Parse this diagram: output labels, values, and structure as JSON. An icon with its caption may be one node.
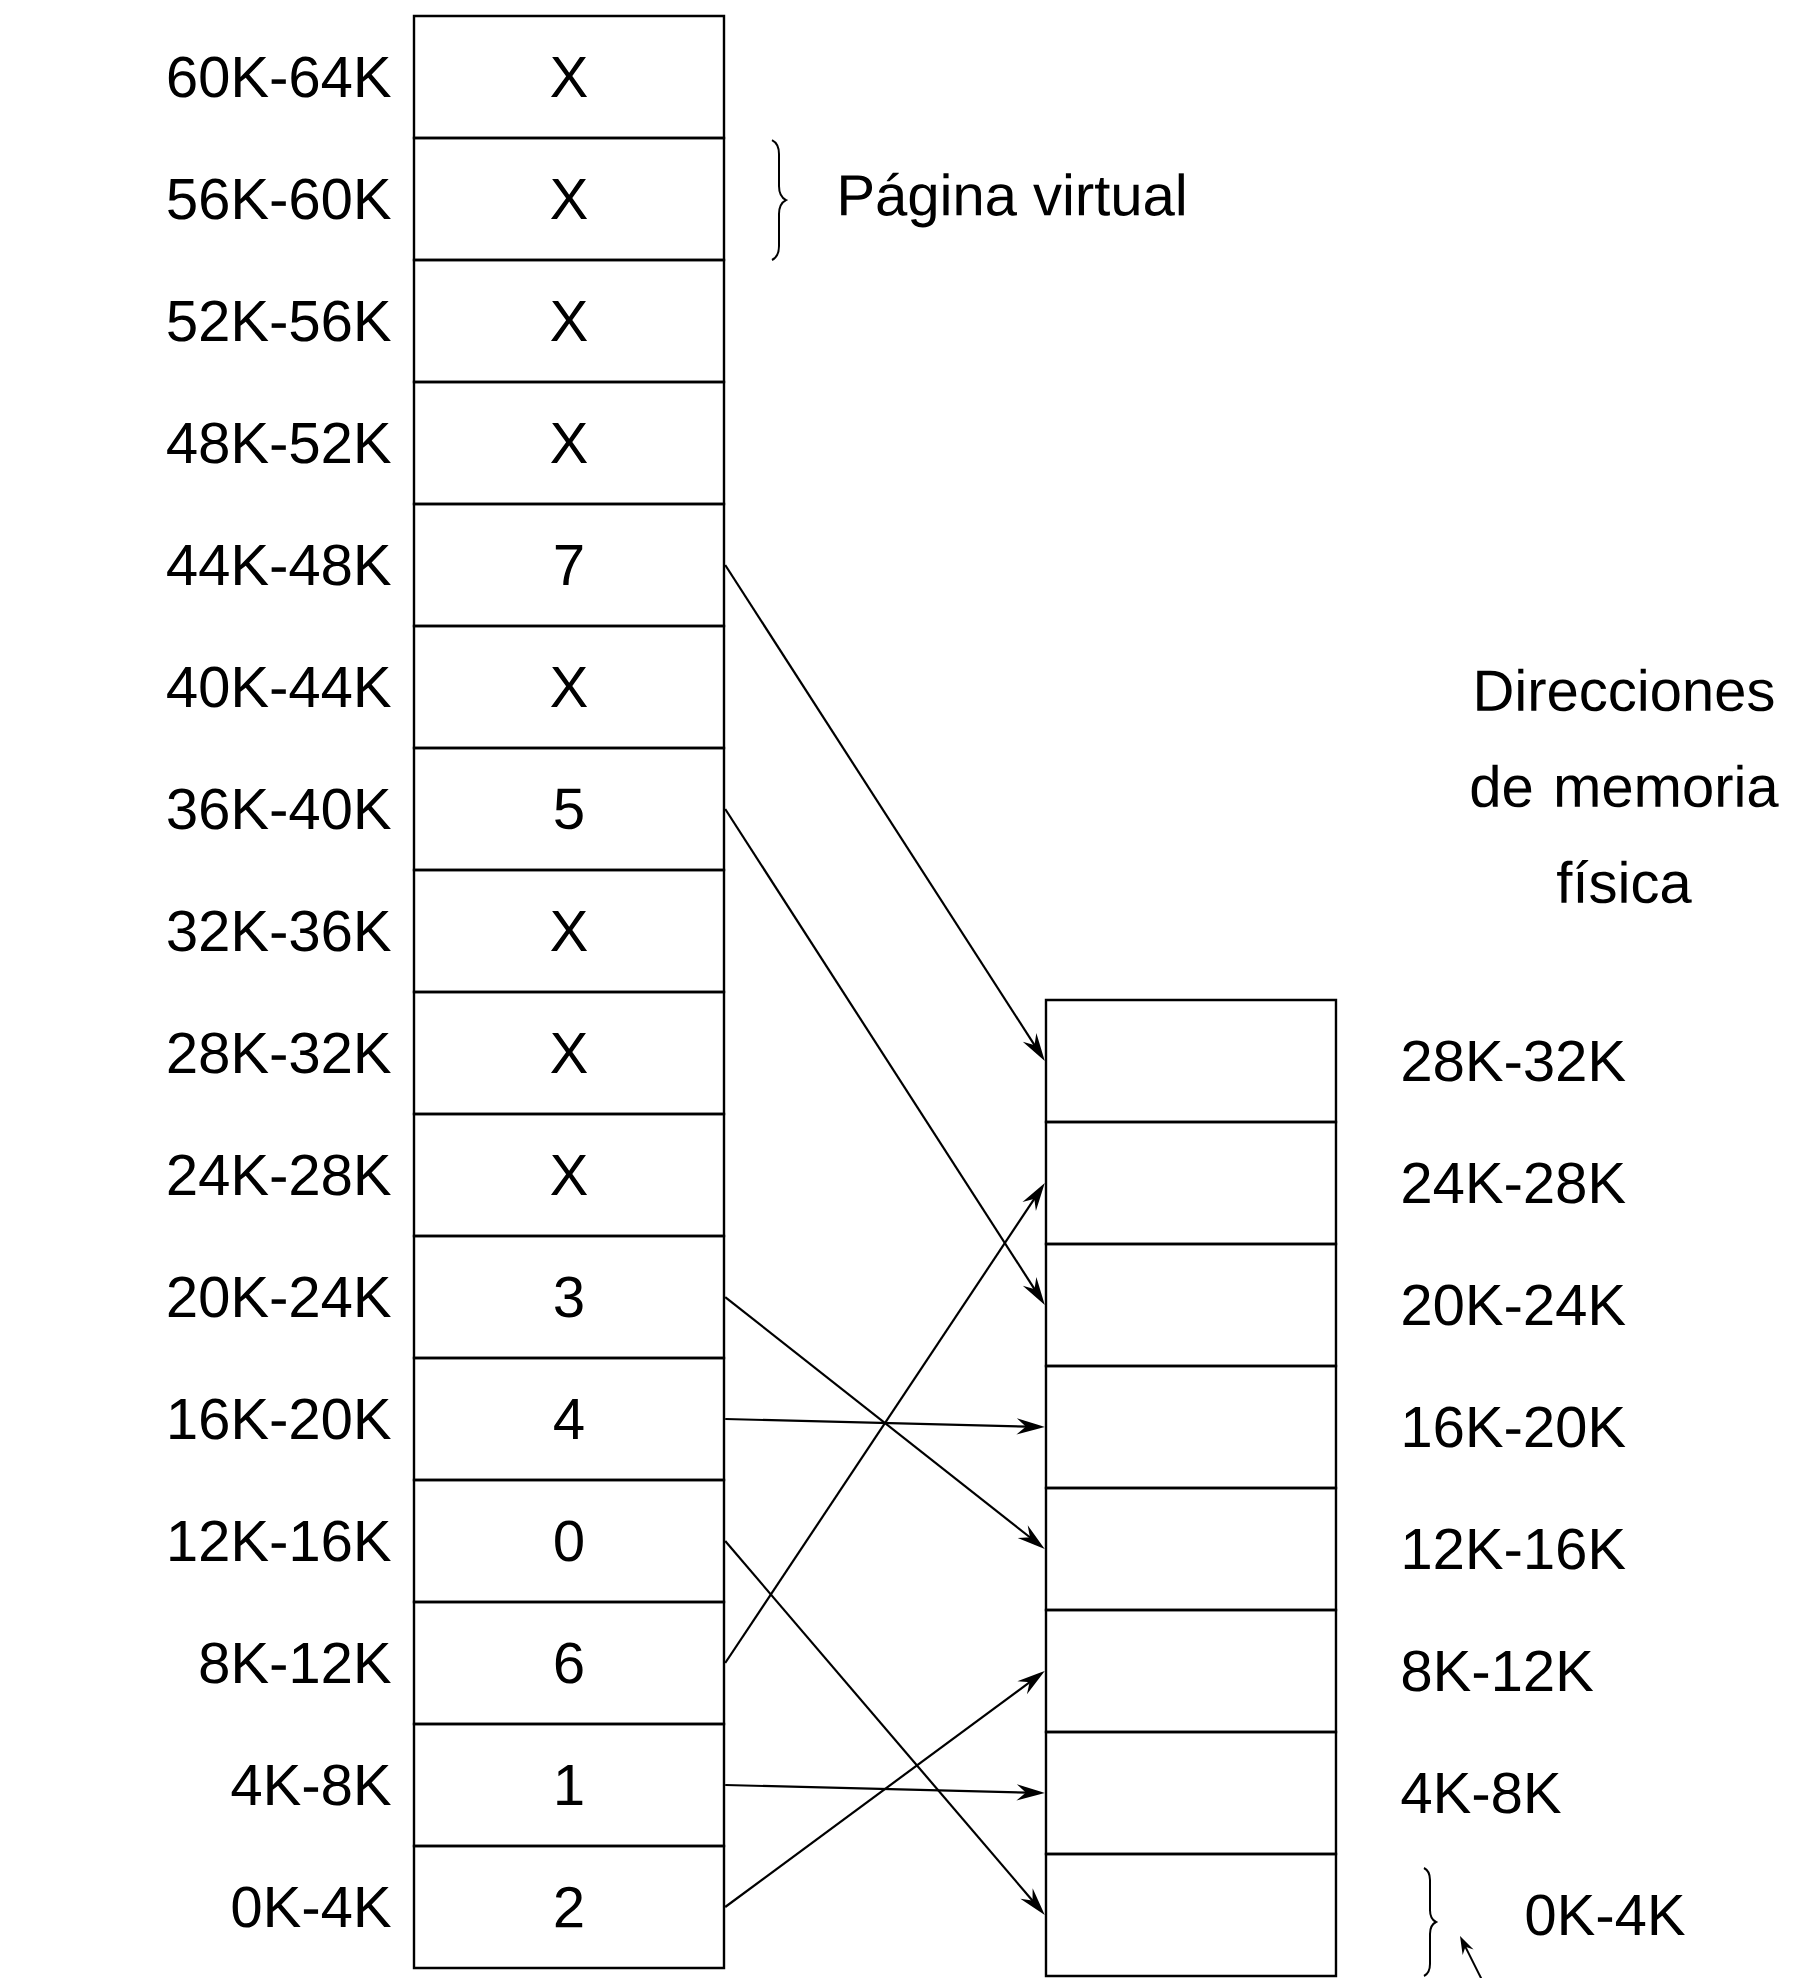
{
  "diagram": {
    "nodes": [
      {
        "text": [
          "X"
        ],
        "beside": [
          "60K-64K"
        ]
      },
      {
        "text": [
          "X"
        ],
        "beside": [
          "56K-60K"
        ]
      },
      {
        "text": [
          "X"
        ],
        "beside": [
          "52K-56K"
        ]
      },
      {
        "text": [
          "X"
        ],
        "beside": [
          "48K-52K"
        ]
      },
      {
        "text": [
          "7"
        ],
        "beside": [
          "44K-48K"
        ]
      },
      {
        "text": [
          "X"
        ],
        "beside": [
          "40K-44K"
        ]
      },
      {
        "text": [
          "5"
        ],
        "beside": [
          "36K-40K"
        ]
      },
      {
        "text": [
          "X"
        ],
        "beside": [
          "32K-36K"
        ]
      },
      {
        "text": [
          "X"
        ],
        "beside": [
          "28K-32K"
        ]
      },
      {
        "text": [
          "X"
        ],
        "beside": [
          "24K-28K"
        ]
      },
      {
        "text": [
          "3"
        ],
        "beside": [
          "20K-24K"
        ]
      },
      {
        "text": [
          "4"
        ],
        "beside": [
          "16K-20K"
        ]
      },
      {
        "text": [
          "0"
        ],
        "beside": [
          "12K-16K"
        ]
      },
      {
        "text": [
          "6"
        ],
        "beside": [
          "8K-12K"
        ]
      },
      {
        "text": [
          "1"
        ],
        "beside": [
          "4K-8K"
        ]
      },
      {
        "text": [
          "2"
        ],
        "beside": [
          "0K-4K"
        ]
      },
      {
        "text": [],
        "shape": "box",
        "beside": [
          "28K-32K"
        ]
      },
      {
        "text": [],
        "shape": "box",
        "beside": [
          "24K-28K"
        ]
      },
      {
        "text": [],
        "shape": "box",
        "beside": [
          "20K-24K"
        ]
      },
      {
        "text": [],
        "shape": "box",
        "beside": [
          "16K-20K"
        ]
      },
      {
        "text": [],
        "shape": "box",
        "beside": [
          "12K-16K"
        ]
      },
      {
        "text": [],
        "shape": "box",
        "beside": [
          "8K-12K"
        ]
      },
      {
        "text": [],
        "shape": "box",
        "beside": [
          "4K-8K"
        ]
      },
      {
        "text": [],
        "shape": "box",
        "beside": [
          "0K-4K"
        ]
      }
    ],
    "edges": [
      {
        "from": 4,
        "to": 16,
        "arrow": "to"
      },
      {
        "from": 6,
        "to": 18,
        "arrow": "to"
      },
      {
        "from": 10,
        "to": 20,
        "arrow": "to"
      },
      {
        "from": 11,
        "to": 19,
        "arrow": "to"
      },
      {
        "from": 12,
        "to": 23,
        "arrow": "to"
      },
      {
        "from": 13,
        "to": 17,
        "arrow": "to"
      },
      {
        "from": 14,
        "to": 22,
        "arrow": "to"
      },
      {
        "from": 15,
        "to": 21,
        "arrow": "to"
      }
    ],
    "labels": [
      "Página virtual",
      "Direcciones de memoria física"
    ]
  }
}
